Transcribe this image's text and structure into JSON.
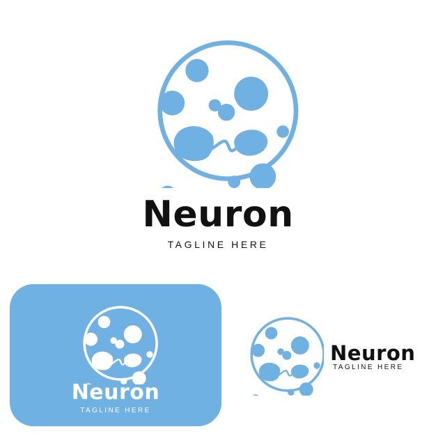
{
  "colors": {
    "brand_blue": "#6fb1e3",
    "text_dark": "#111111",
    "background": "#ffffff",
    "card_text": "#ffffff"
  },
  "logo_main": {
    "icon": "neuron-circle-icon",
    "name": "Neuron",
    "tagline": "TAGLINE HERE"
  },
  "logo_card": {
    "icon": "neuron-circle-icon",
    "name": "Neuron",
    "tagline": "TAGLINE HERE"
  },
  "logo_side": {
    "icon": "neuron-circle-icon",
    "name": "Neuron",
    "tagline": "TAGLINE HERE"
  }
}
